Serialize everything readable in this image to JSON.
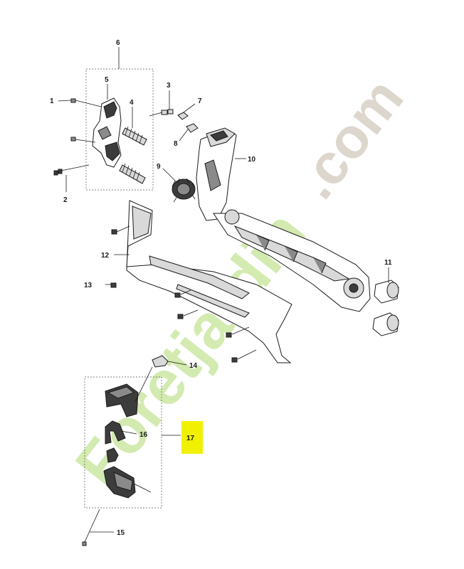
{
  "diagram": {
    "callouts": [
      {
        "id": "1",
        "text": "1"
      },
      {
        "id": "2",
        "text": "2"
      },
      {
        "id": "3",
        "text": "3"
      },
      {
        "id": "4",
        "text": "4"
      },
      {
        "id": "5",
        "text": "5"
      },
      {
        "id": "6",
        "text": "6"
      },
      {
        "id": "7",
        "text": "7"
      },
      {
        "id": "8",
        "text": "8"
      },
      {
        "id": "9",
        "text": "9"
      },
      {
        "id": "10",
        "text": "10"
      },
      {
        "id": "11",
        "text": "11"
      },
      {
        "id": "12",
        "text": "12"
      },
      {
        "id": "13",
        "text": "13"
      },
      {
        "id": "14",
        "text": "14"
      },
      {
        "id": "15",
        "text": "15"
      },
      {
        "id": "16",
        "text": "16"
      },
      {
        "id": "17",
        "text": "17",
        "highlighted": true
      }
    ],
    "highlight_color": "#f0f000"
  },
  "watermark": {
    "text_green": "Foretjardin",
    "text_grey": ".com",
    "color_green": "#cfe8a8",
    "color_orange": "#f7c9a0",
    "color_grey": "#d8d2c8"
  }
}
